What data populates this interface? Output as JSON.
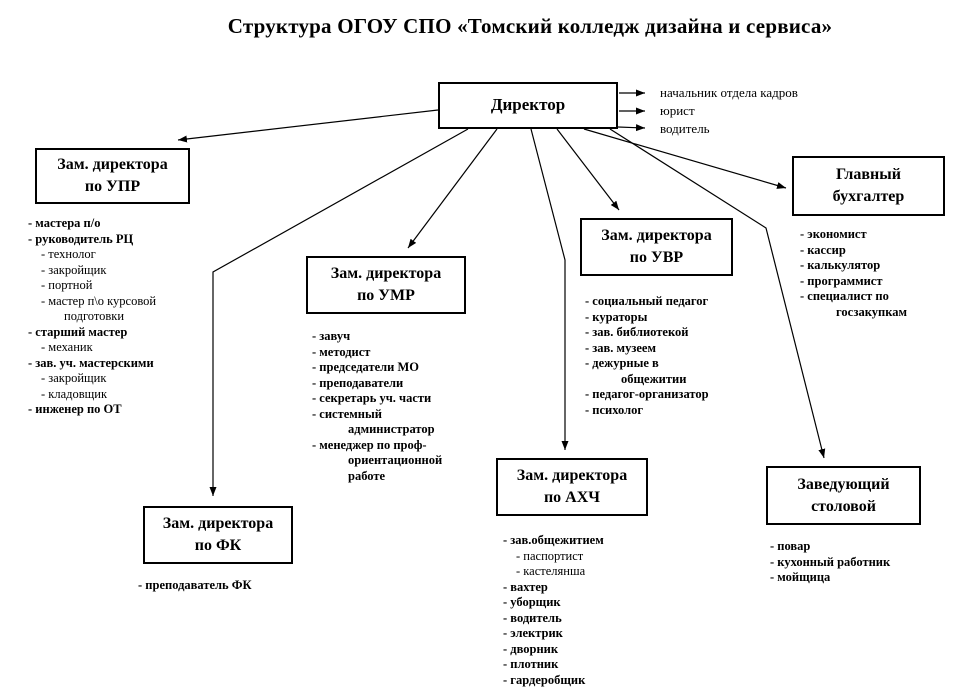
{
  "title": "Структура ОГОУ СПО «Томский колледж дизайна и сервиса»",
  "director": {
    "label": "Директор",
    "reports": [
      "начальник отдела кадров",
      "юрист",
      "водитель"
    ]
  },
  "units": {
    "upr": {
      "label": "Зам. директора по УПР",
      "staff": [
        {
          "text": "- мастера п/о",
          "bold": true,
          "indent": 0
        },
        {
          "text": "- руководитель РЦ",
          "bold": true,
          "indent": 0
        },
        {
          "text": "- технолог",
          "bold": false,
          "indent": 1
        },
        {
          "text": "- закройщик",
          "bold": false,
          "indent": 1
        },
        {
          "text": "- портной",
          "bold": false,
          "indent": 1
        },
        {
          "text": "- мастер п\\о курсовой",
          "bold": false,
          "indent": 1
        },
        {
          "text": "подготовки",
          "bold": false,
          "indent": 2
        },
        {
          "text": "- старший мастер",
          "bold": true,
          "indent": 0
        },
        {
          "text": "- механик",
          "bold": false,
          "indent": 1
        },
        {
          "text": "- зав. уч. мастерскими",
          "bold": true,
          "indent": 0
        },
        {
          "text": "- закройщик",
          "bold": false,
          "indent": 1
        },
        {
          "text": "- кладовщик",
          "bold": false,
          "indent": 1
        },
        {
          "text": "- инженер по ОТ",
          "bold": true,
          "indent": 0
        }
      ]
    },
    "umr": {
      "label": "Зам. директора по УМР",
      "staff": [
        {
          "text": "- завуч",
          "bold": true,
          "indent": 0
        },
        {
          "text": "- методист",
          "bold": true,
          "indent": 0
        },
        {
          "text": "- председатели МО",
          "bold": true,
          "indent": 0
        },
        {
          "text": "- преподаватели",
          "bold": true,
          "indent": 0
        },
        {
          "text": "- секретарь уч. части",
          "bold": true,
          "indent": 0
        },
        {
          "text": "- системный",
          "bold": true,
          "indent": 0
        },
        {
          "text": "администратор",
          "bold": true,
          "indent": 2
        },
        {
          "text": "- менеджер по проф-",
          "bold": true,
          "indent": 0
        },
        {
          "text": "ориентационной",
          "bold": true,
          "indent": 2
        },
        {
          "text": "работе",
          "bold": true,
          "indent": 2
        }
      ]
    },
    "uvr": {
      "label": "Зам. директора по УВР",
      "staff": [
        {
          "text": "- социальный педагог",
          "bold": true,
          "indent": 0
        },
        {
          "text": "- кураторы",
          "bold": true,
          "indent": 0
        },
        {
          "text": "- зав. библиотекой",
          "bold": true,
          "indent": 0
        },
        {
          "text": "- зав. музеем",
          "bold": true,
          "indent": 0
        },
        {
          "text": "- дежурные в",
          "bold": true,
          "indent": 0
        },
        {
          "text": "общежитии",
          "bold": true,
          "indent": 2
        },
        {
          "text": "- педагог-организатор",
          "bold": true,
          "indent": 0
        },
        {
          "text": "- психолог",
          "bold": true,
          "indent": 0
        }
      ]
    },
    "buh": {
      "label": "Главный бухгалтер",
      "staff": [
        {
          "text": "- экономист",
          "bold": true,
          "indent": 0
        },
        {
          "text": "- кассир",
          "bold": true,
          "indent": 0
        },
        {
          "text": "- калькулятор",
          "bold": true,
          "indent": 0
        },
        {
          "text": "- программист",
          "bold": true,
          "indent": 0
        },
        {
          "text": "- специалист по",
          "bold": true,
          "indent": 0
        },
        {
          "text": "госзакупкам",
          "bold": true,
          "indent": 2
        }
      ]
    },
    "fk": {
      "label": "Зам. директора по ФК",
      "staff": [
        {
          "text": "- преподаватель ФК",
          "bold": true,
          "indent": 0
        }
      ]
    },
    "ahch": {
      "label": "Зам. директора по АХЧ",
      "staff": [
        {
          "text": "- зав.общежитием",
          "bold": true,
          "indent": 0
        },
        {
          "text": "- паспортист",
          "bold": false,
          "indent": 1
        },
        {
          "text": "- кастелянша",
          "bold": false,
          "indent": 1
        },
        {
          "text": "- вахтер",
          "bold": true,
          "indent": 0
        },
        {
          "text": "- уборщик",
          "bold": true,
          "indent": 0
        },
        {
          "text": "- водитель",
          "bold": true,
          "indent": 0
        },
        {
          "text": "- электрик",
          "bold": true,
          "indent": 0
        },
        {
          "text": "- дворник",
          "bold": true,
          "indent": 0
        },
        {
          "text": "- плотник",
          "bold": true,
          "indent": 0
        },
        {
          "text": "- гардеробщик",
          "bold": true,
          "indent": 0
        }
      ]
    },
    "stol": {
      "label": "Заведующий столовой",
      "staff": [
        {
          "text": "- повар",
          "bold": true,
          "indent": 0
        },
        {
          "text": "- кухонный работник",
          "bold": true,
          "indent": 0
        },
        {
          "text": "- мойщица",
          "bold": true,
          "indent": 0
        }
      ]
    }
  }
}
